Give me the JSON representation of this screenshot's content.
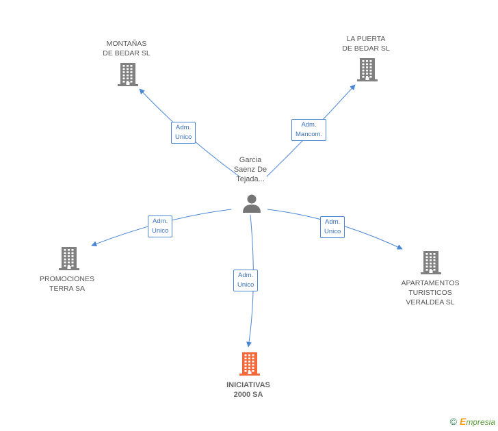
{
  "colors": {
    "edge": "#4a86d6",
    "company": "#808080",
    "company_main": "#f26a3b",
    "person": "#757575"
  },
  "person": {
    "label": "Garcia\nSaenz De\nTejada..."
  },
  "companies": [
    {
      "id": "montanas",
      "label": "MONTAÑAS\nDE BEDAR SL",
      "main": false
    },
    {
      "id": "lapuerta",
      "label": "LA PUERTA\nDE BEDAR SL",
      "main": false
    },
    {
      "id": "promociones",
      "label": "PROMOCIONES\nTERRA SA",
      "main": false
    },
    {
      "id": "apartamentos",
      "label": "APARTAMENTOS\nTURISTICOS\nVERALDEA  SL",
      "main": false
    },
    {
      "id": "iniciativas",
      "label": "INICIATIVAS\n2000 SA",
      "main": true
    }
  ],
  "relations": [
    {
      "to": "montanas",
      "label": "Adm.\nUnico"
    },
    {
      "to": "lapuerta",
      "label": "Adm.\nMancom."
    },
    {
      "to": "promociones",
      "label": "Adm.\nUnico"
    },
    {
      "to": "apartamentos",
      "label": "Adm.\nUnico"
    },
    {
      "to": "iniciativas",
      "label": "Adm.\nUnico"
    }
  ],
  "footer": {
    "copyright": "©",
    "brand_first": "E",
    "brand_rest": "mpresia"
  }
}
